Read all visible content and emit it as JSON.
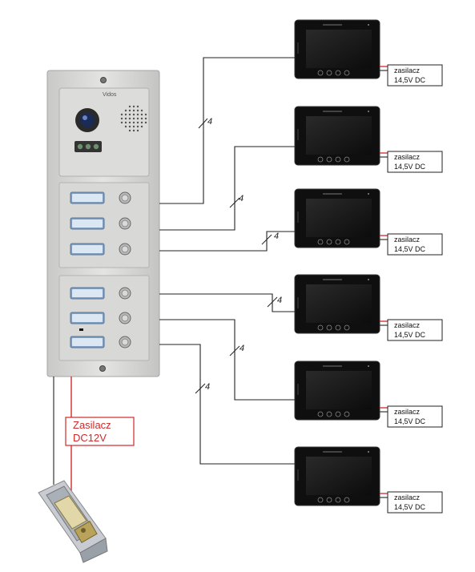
{
  "panel": {
    "brand": "Vidos"
  },
  "wire_label": "4",
  "monitors": [
    {
      "supply_line1": "zasilacz",
      "supply_line2": "14,5V DC"
    },
    {
      "supply_line1": "zasilacz",
      "supply_line2": "14,5V DC"
    },
    {
      "supply_line1": "zasilacz",
      "supply_line2": "14,5V DC"
    },
    {
      "supply_line1": "zasilacz",
      "supply_line2": "14,5V DC"
    },
    {
      "supply_line1": "zasilacz",
      "supply_line2": "14,5V DC"
    },
    {
      "supply_line1": "zasilacz",
      "supply_line2": "14,5V DC"
    }
  ],
  "lock_supply": {
    "line1": "Zasilacz",
    "line2": "DC12V"
  },
  "colors": {
    "panel": "#d6d6d4",
    "monitor": "#111111",
    "accent_red": "#d0292a"
  }
}
